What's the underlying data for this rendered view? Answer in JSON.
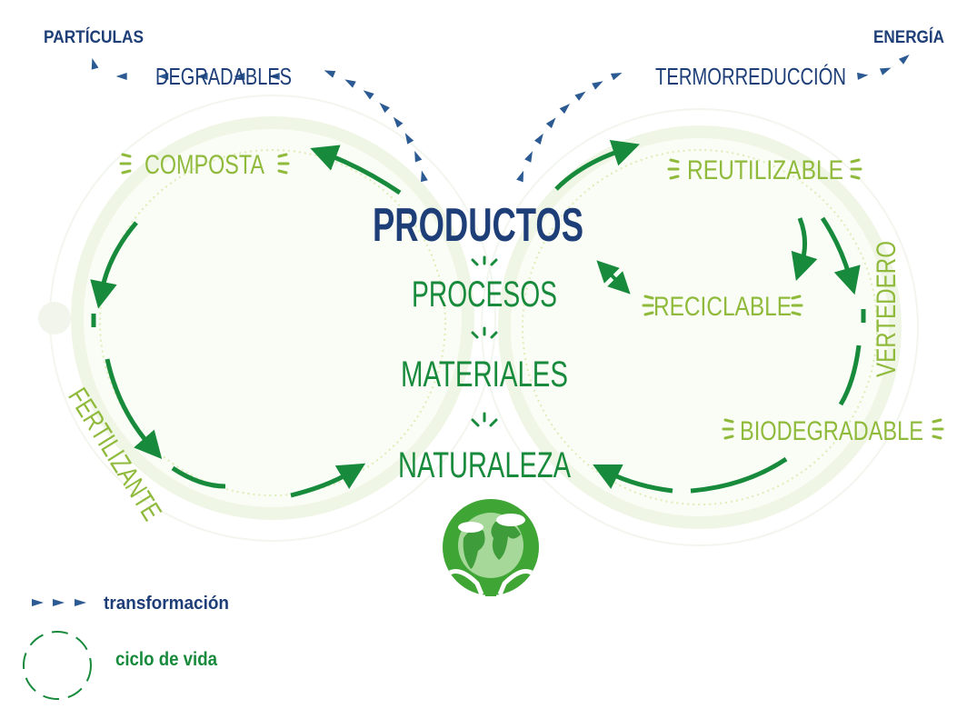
{
  "colors": {
    "navy": "#1e3e78",
    "green": "#178a3c",
    "light_green": "#8fba3c"
  },
  "top": {
    "left_end": "PARTÍCULAS",
    "left_mid": "DEGRADABLES",
    "right_end": "ENERGÍA",
    "right_mid": "TERMORREDUCCIÓN"
  },
  "left_cycle": {
    "composta": "COMPOSTA",
    "fertilizante": "FERTILIZANTE"
  },
  "right_cycle": {
    "reutilizable": "REUTILIZABLE",
    "reciclable": "RECICLABLE",
    "vertedero": "VERTEDERO",
    "biodegradable": "BIODEGRADABLE"
  },
  "center": {
    "productos": "PRODUCTOS",
    "procesos": "PROCESOS",
    "materiales": "MATERIALES",
    "naturaleza": "NATURALEZA"
  },
  "earth_icon": "earth-in-hands-icon",
  "legend": {
    "transformacion": "transformación",
    "ciclo": "ciclo de vida"
  }
}
